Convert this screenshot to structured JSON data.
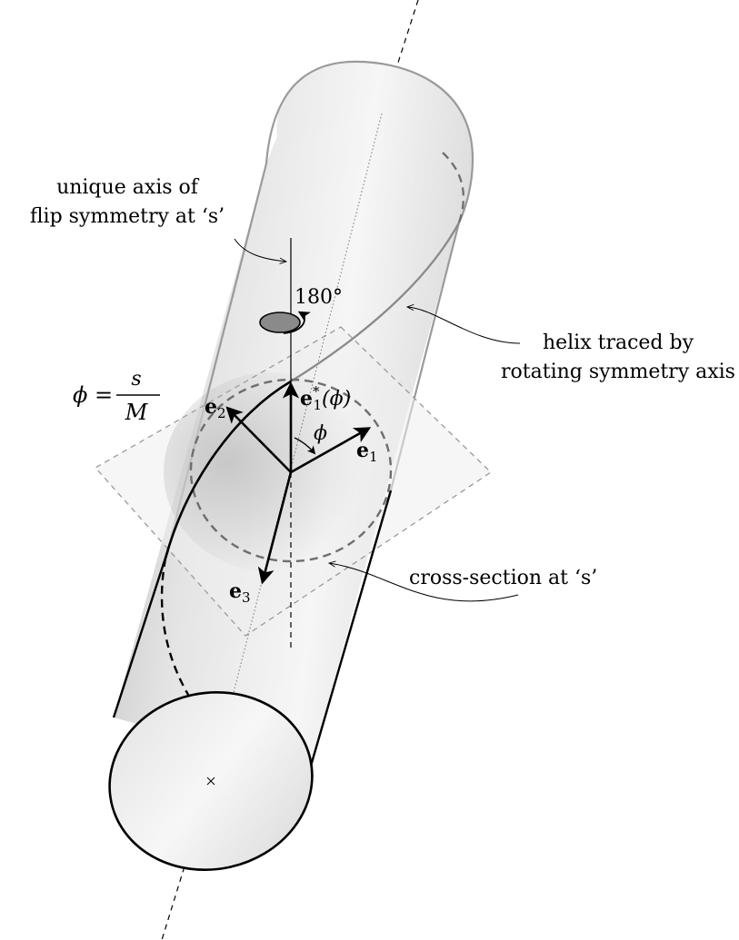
{
  "annotations": {
    "flip_axis_line1": "unique axis of",
    "flip_axis_line2": "flip symmetry at ‘s’",
    "helix_line1": "helix traced by",
    "helix_line2": "rotating symmetry axis",
    "cross_section": "cross-section at ‘s’",
    "rotation_angle": "180°"
  },
  "vectors": {
    "e1_bold": "e",
    "e1_sub": "1",
    "e2_bold": "e",
    "e2_sub": "2",
    "e3_bold": "e",
    "e3_sub": "3",
    "e1star_bold": "e",
    "e1star_sub": "1",
    "e1star_sup": "*",
    "e1star_arg": "(ϕ)"
  },
  "angle": {
    "symbol": "ϕ"
  },
  "equation": {
    "lhs": "ϕ =",
    "numerator": "s",
    "denominator": "M"
  },
  "colors": {
    "tube_stroke_back": "#9a9a9a",
    "tube_stroke_front": "#000000",
    "plane_fill": "#eeeeee",
    "plane_stroke": "#9a9a9a",
    "helix_dashed": "#6e6e6e",
    "ellipse_fill": "#8a8a8a"
  }
}
